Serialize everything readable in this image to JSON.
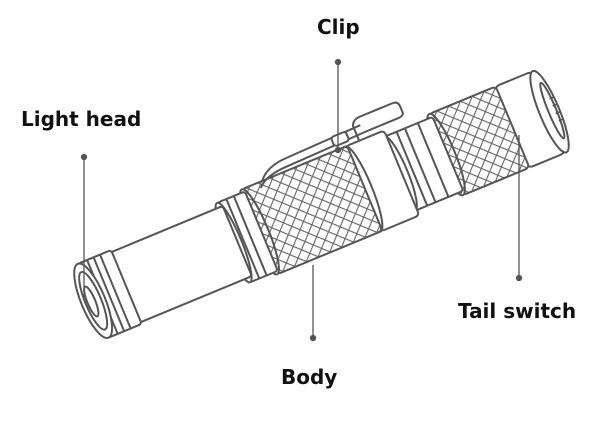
{
  "labels": {
    "clip": "Clip",
    "light_head": "Light head",
    "tail_switch": "Tail switch",
    "body": "Body"
  },
  "colors": {
    "outline": "#555555",
    "leader": "#555555",
    "knurl": "#666666",
    "text": "#111111"
  }
}
